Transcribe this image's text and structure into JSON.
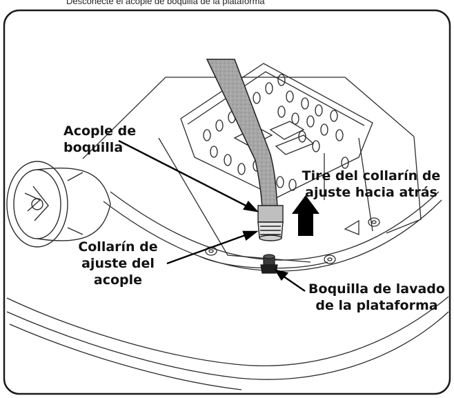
{
  "figure": {
    "top_caption": "Desconecte el acople de boquilla de la plataforma"
  },
  "callouts": {
    "nozzle_coupler": "Acople de\nboquilla",
    "pull_collar": "Tire del collarín de\najuste hacia atrás",
    "adjust_collar": "Collarín de\najuste del\nacople",
    "deck_wash_nozzle": "Boquilla de lavado\nde la plataforma"
  },
  "colors": {
    "frame_stroke": "#1a1a1a",
    "line_art": "#2b2b2b",
    "hose_fill": "#a8a8a8",
    "arrow_fill": "#000000",
    "background": "#ffffff"
  }
}
